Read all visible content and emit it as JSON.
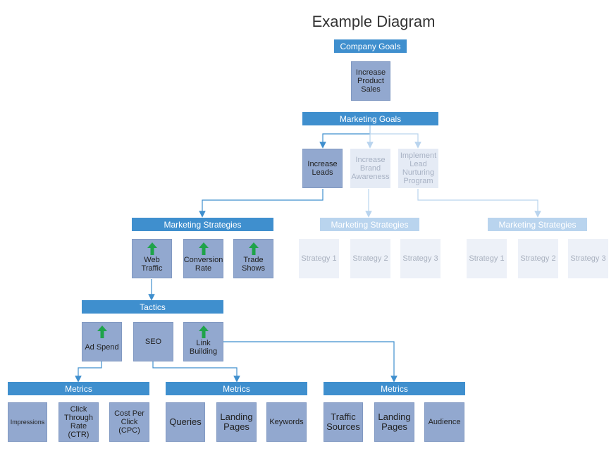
{
  "title": "Example Diagram",
  "company_goals": {
    "header": "Company Goals",
    "item": "Increase Product Sales"
  },
  "marketing_goals": {
    "header": "Marketing Goals",
    "items": [
      "Increase Leads",
      "Increase Brand Awareness",
      "Implement Lead Nurturing Program"
    ]
  },
  "strategies": {
    "header": "Marketing Strategies",
    "active_items": [
      "Web Traffic",
      "Conversion Rate",
      "Trade Shows"
    ],
    "ghost_items": [
      "Strategy 1",
      "Strategy 2",
      "Strategy 3"
    ]
  },
  "tactics": {
    "header": "Tactics",
    "items": [
      "Ad Spend",
      "SEO",
      "Link Building"
    ]
  },
  "metrics": [
    {
      "header": "Metrics",
      "items": [
        "Impressions",
        "Click Through Rate (CTR)",
        "Cost Per Click (CPC)"
      ]
    },
    {
      "header": "Metrics",
      "items": [
        "Queries",
        "Landing Pages",
        "Keywords"
      ]
    },
    {
      "header": "Metrics",
      "items": [
        "Traffic Sources",
        "Landing Pages",
        "Audience"
      ]
    }
  ],
  "colors": {
    "header_dark": "#3f8fce",
    "header_light": "#b9d4ee",
    "box_dark": "#92a8cf",
    "box_light": "#e5ebf5",
    "connector": "#3f8fce",
    "connector_light": "#b9d4ee",
    "up_arrow": "#1fa34a"
  }
}
